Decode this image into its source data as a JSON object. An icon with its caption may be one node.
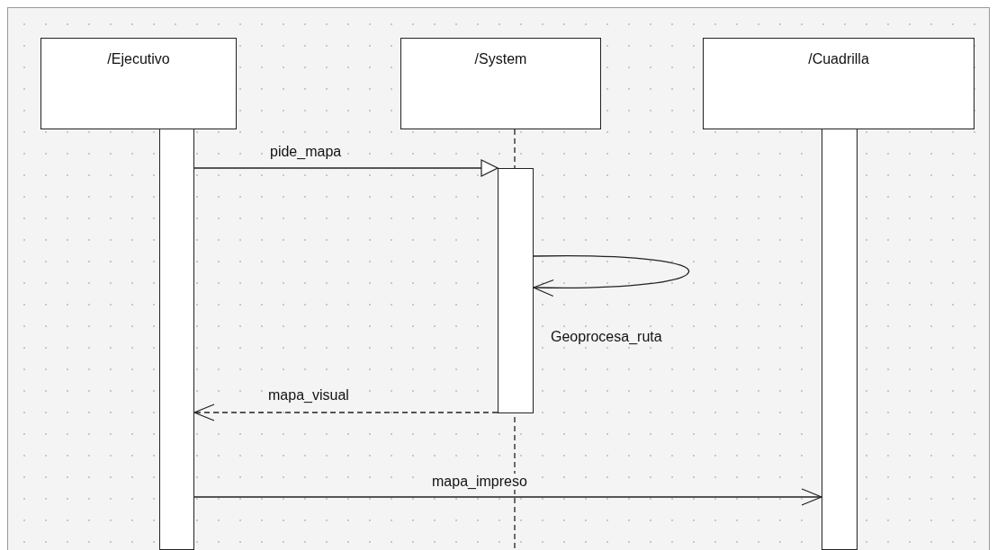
{
  "diagram": {
    "nodes": [
      {
        "text": [
          "/Ejecutivo"
        ]
      },
      {
        "text": [
          "/System"
        ]
      },
      {
        "text": [
          "/Cuadrilla"
        ]
      },
      {
        "text": [],
        "shape": "bar"
      },
      {
        "text": [],
        "shape": "bar"
      },
      {
        "text": [],
        "shape": "bar"
      }
    ],
    "edges": [
      {
        "from": 3,
        "to": 4,
        "arrow": "to",
        "label": "pide_mapa"
      },
      {
        "from": 4,
        "to": 4,
        "arrow": "to",
        "label": "Geoprocesa_ruta"
      },
      {
        "from": 4,
        "to": 3,
        "arrow": "to",
        "label": "mapa_visual",
        "style": "dashed"
      },
      {
        "from": 3,
        "to": 5,
        "arrow": "to",
        "label": "mapa_impreso"
      }
    ]
  }
}
